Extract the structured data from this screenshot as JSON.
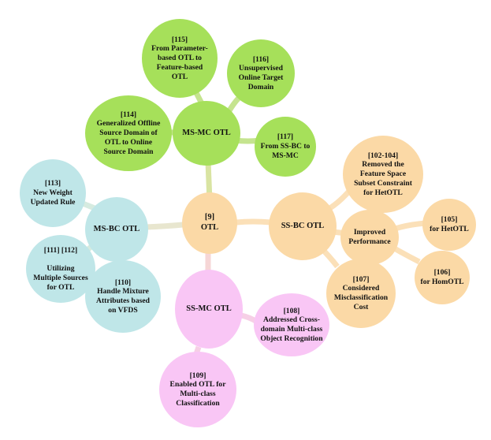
{
  "colors": {
    "green": "#a6e05a",
    "orange": "#fbd9a6",
    "blue": "#bfe6e8",
    "pink": "#f9c6f5",
    "edge_green": "#c5e48f",
    "edge_orange": "#fbe0b8",
    "edge_blue": "#d6ebe0",
    "edge_pink": "#f6cfe6"
  },
  "nodes": {
    "center": "[9]\nOTL",
    "ms_mc": "MS-MC OTL",
    "n115": "[115]\nFrom Parameter-\nbased OTL to\nFeature-based\nOTL",
    "n116": "[116]\nUnsupervised\nOnline Target\nDomain",
    "n114": "[114]\nGeneralized Offline\nSource Domain of\nOTL to  Online\nSource Domain",
    "n117": "[117]\nFrom SS-BC to\nMS-MC",
    "ss_bc": "SS-BC OTL",
    "n102": "[102-104]\nRemoved the\nFeature Space\nSubset Constraint\nfor HetOTL",
    "improved": "Improved\nPerformance",
    "n105": "[105]\nfor HetOTL",
    "n106": "[106]\nfor HomOTL",
    "n107": "[107]\nConsidered\nMisclassification\nCost",
    "ms_bc": "MS-BC OTL",
    "n113": "[113]\nNew Weight\nUpdated Rule",
    "n111": "[111] [112]\n\nUtilizing\nMultiple Sources\nfor OTL",
    "n110": "[110]\nHandle Mixture\nAttributes based\non VFDS",
    "ss_mc": "SS-MC OTL",
    "n108": "[108]\nAddressed Cross-\ndomain Multi-class\nObject Recognition",
    "n109": "[109]\nEnabled OTL for\nMulti-class\nClassification"
  }
}
